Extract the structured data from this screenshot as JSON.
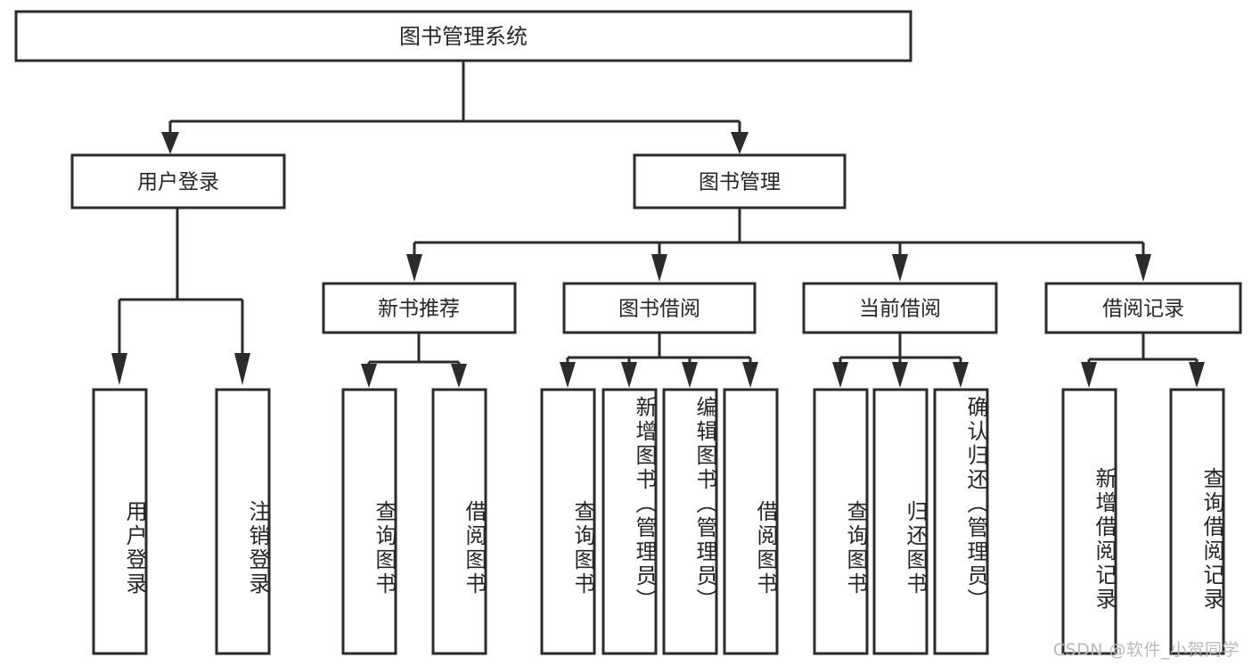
{
  "diagram": {
    "type": "tree",
    "title": "图书管理系统",
    "watermark": "CSDN @软件_小贺同学",
    "colors": {
      "stroke": "#2b2b2b",
      "fill": "#ffffff",
      "text": "#262626",
      "watermark": "#b9b9b9",
      "background": "#ffffff"
    },
    "nodes": {
      "root": {
        "label": "图书管理系统"
      },
      "level2": [
        {
          "label": "用户登录"
        },
        {
          "label": "图书管理"
        }
      ],
      "level3": [
        {
          "label": "新书推荐"
        },
        {
          "label": "图书借阅"
        },
        {
          "label": "当前借阅"
        },
        {
          "label": "借阅记录"
        }
      ],
      "leaves": {
        "user_login": [
          {
            "label": "用户登录"
          },
          {
            "label": "注销登录"
          }
        ],
        "new_book": [
          {
            "label": "查询图书"
          },
          {
            "label": "借阅图书"
          }
        ],
        "book_borrow": [
          {
            "label": "查询图书"
          },
          {
            "label": "新增图书（管理员）"
          },
          {
            "label": "编辑图书（管理员）"
          },
          {
            "label": "借阅图书"
          }
        ],
        "current_borrow": [
          {
            "label": "查询图书"
          },
          {
            "label": "归还图书"
          },
          {
            "label": "确认归还（管理员）"
          }
        ],
        "borrow_record": [
          {
            "label": "新增借阅记录"
          },
          {
            "label": "查询借阅记录"
          }
        ]
      }
    }
  }
}
